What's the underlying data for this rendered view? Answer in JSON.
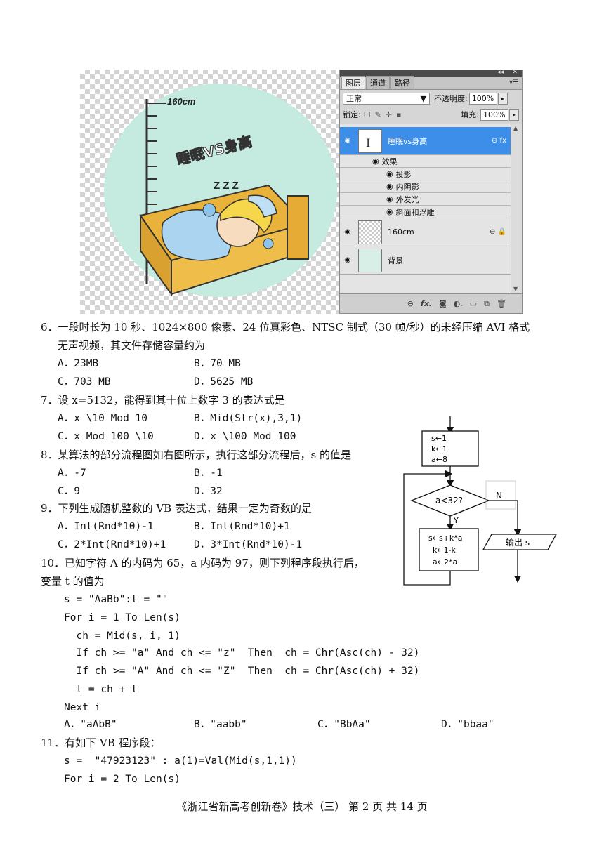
{
  "image": {
    "canvas": {
      "ruler_label": "160cm",
      "title_text": "睡眠VS身高",
      "zzz": "Z Z Z"
    },
    "layers_panel": {
      "tabs": [
        "图层",
        "通道",
        "路径"
      ],
      "blend_mode": "正常",
      "opacity_label": "不透明度:",
      "opacity_value": "100%",
      "lock_label": "锁定:",
      "fill_label": "填充:",
      "fill_value": "100%",
      "layers": [
        {
          "name": "睡眠vs身高",
          "selected": true,
          "badge": "⊖ fx"
        },
        {
          "name": "160cm",
          "selected": false,
          "badge": "⊖ 🔒"
        },
        {
          "name": "背景",
          "selected": false,
          "badge": ""
        }
      ],
      "effects_label": "效果",
      "effects": [
        "投影",
        "内阴影",
        "外发光",
        "斜面和浮雕"
      ]
    }
  },
  "questions": {
    "q6": {
      "line1": "6．一段时长为 10 秒、1024×800 像素、24 位真彩色、NTSC 制式（30 帧/秒）的未经压缩 AVI 格式",
      "line2": "无声视频，其文件存储容量约为",
      "options": [
        "A．23MB",
        "B．70 MB",
        "C．703 MB",
        "D．5625 MB"
      ]
    },
    "q7": {
      "stem": "7．设 x=5132，能得到其十位上数字 3 的表达式是",
      "options": [
        "A．x \\10 Mod 10",
        "B．Mid(Str(x),3,1)",
        "C．x Mod 100 \\10",
        "D．x \\100 Mod 100"
      ]
    },
    "q8": {
      "stem": "8．某算法的部分流程图如右图所示，执行这部分流程后，s 的值是",
      "options": [
        "A．-7",
        "B．-1",
        "C．9",
        "D．32"
      ]
    },
    "q9": {
      "stem": "9．下列生成随机整数的 VB 表达式，结果一定为奇数的是",
      "options": [
        "A．Int(Rnd*10)-1",
        "B．Int(Rnd*10)+1",
        "C．2*Int(Rnd*10)+1",
        "D．3*Int(Rnd*10)-1"
      ]
    },
    "q10": {
      "line1": "10．已知字符 A 的内码为 65，a 内码为 97，则下列程序段执行后，",
      "line2": "变量 t 的值为",
      "code": [
        "s = \"AaBb\":t = \"\"",
        "For i = 1 To Len(s)",
        "  ch = Mid(s, i, 1)",
        "  If ch >= \"a\" And ch <= \"z\"  Then  ch = Chr(Asc(ch) - 32)",
        "  If ch >= \"A\" And ch <= \"Z\"  Then  ch = Chr(Asc(ch) + 32)",
        "  t = ch + t",
        "Next i"
      ],
      "options": [
        "A．\"aAbB\"",
        "B．\"aabb\"",
        "C．\"BbAa\"",
        "D．\"bbaa\""
      ]
    },
    "q11": {
      "stem": "11．有如下 VB 程序段：",
      "code": [
        "s =  \"47923123\" : a(1)=Val(Mid(s,1,1))",
        "For i = 2 To Len(s)"
      ]
    }
  },
  "flowchart": {
    "init": [
      "s←1",
      "k←1",
      "a←8"
    ],
    "condition": "a<32?",
    "yes": "Y",
    "no": "N",
    "body": [
      "s←s+k*a",
      "k←1-k",
      "a←2*a"
    ],
    "output": "输出 s"
  },
  "footer": "《浙江省新高考创新卷》技术（三） 第 2 页 共 14 页"
}
